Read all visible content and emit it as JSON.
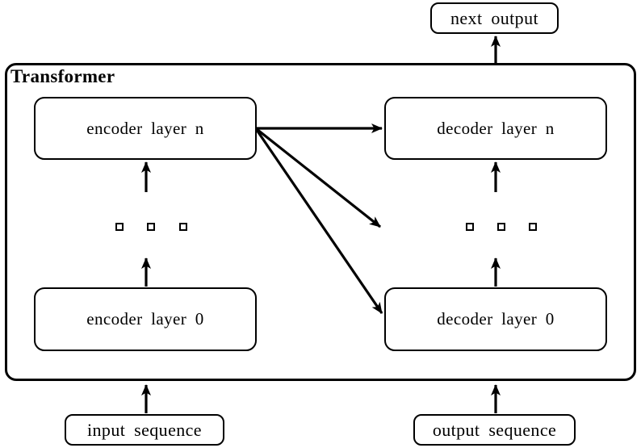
{
  "diagram": {
    "title": "Transformer",
    "boxes": {
      "next_output": {
        "label": "next output"
      },
      "encoder_layer_n": {
        "label": "encoder layer n"
      },
      "decoder_layer_n": {
        "label": "decoder layer n"
      },
      "encoder_layer_0": {
        "label": "encoder layer 0"
      },
      "decoder_layer_0": {
        "label": "decoder layer 0"
      },
      "input_sequence": {
        "label": "input sequence"
      },
      "output_sequence": {
        "label": "output sequence"
      }
    },
    "ellipsis": {
      "style": "three hollow square glyphs",
      "count_per_side": 3
    },
    "edges": [
      {
        "from": "input sequence",
        "to": "Transformer"
      },
      {
        "from": "output sequence",
        "to": "Transformer"
      },
      {
        "from": "Transformer",
        "to": "next output"
      },
      {
        "from": "encoder layer 0",
        "to": "encoder ellipsis"
      },
      {
        "from": "encoder ellipsis",
        "to": "encoder layer n"
      },
      {
        "from": "decoder layer 0",
        "to": "decoder ellipsis"
      },
      {
        "from": "decoder ellipsis",
        "to": "decoder layer n"
      },
      {
        "from": "encoder layer n",
        "to": "decoder layer n"
      },
      {
        "from": "encoder layer n",
        "to": "decoder ellipsis"
      },
      {
        "from": "encoder layer n",
        "to": "decoder layer 0"
      }
    ],
    "colors": {
      "ink": "#000000",
      "background": "#ffffff"
    }
  }
}
